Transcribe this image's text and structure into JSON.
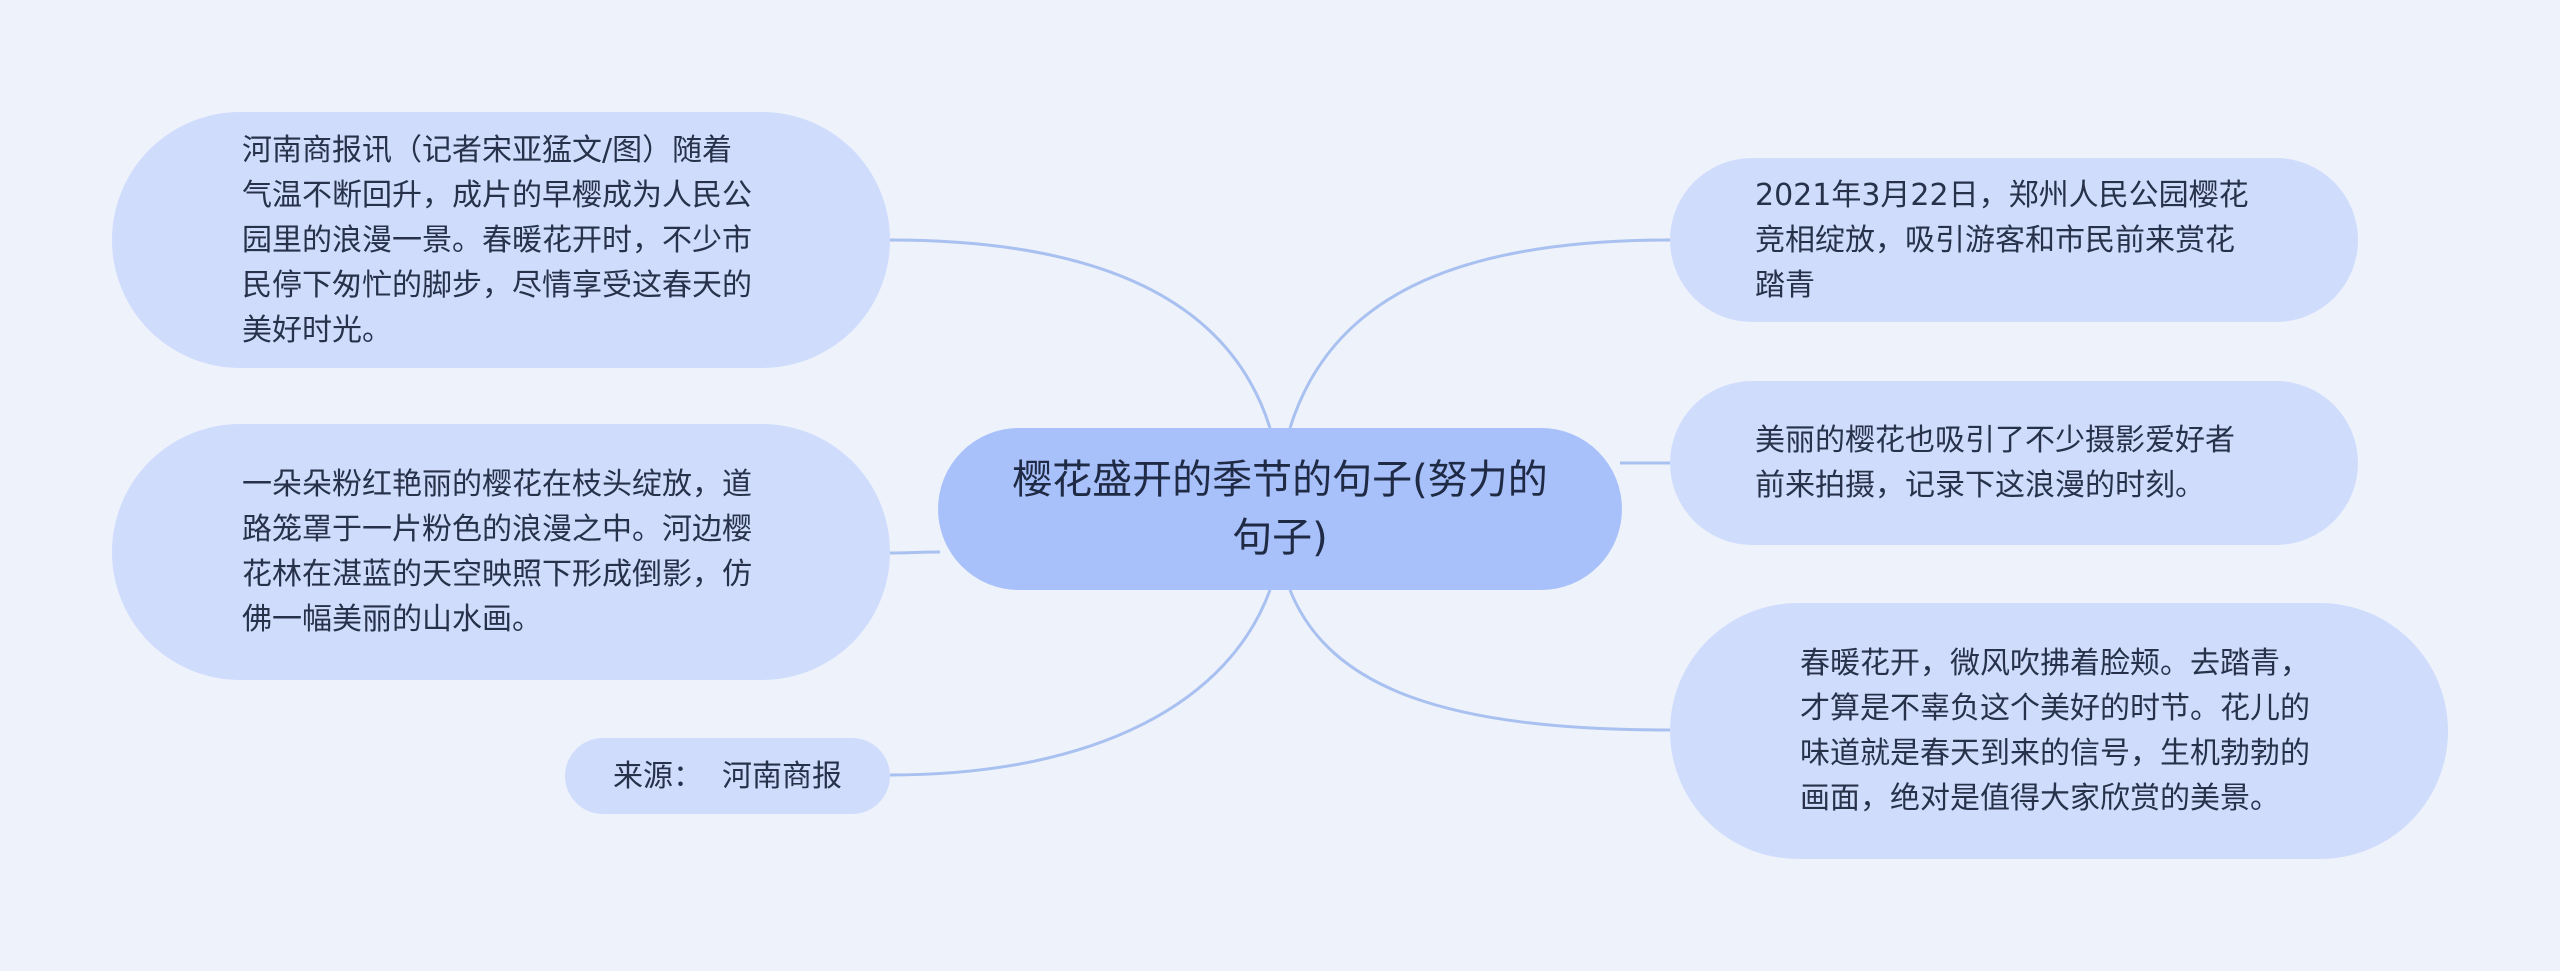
{
  "mindmap": {
    "root": {
      "title": "樱花盛开的季节的句子(努力的句子)"
    },
    "left": [
      {
        "text": "河南商报讯（记者宋亚猛文/图）随着气温不断回升，成片的早樱成为人民公园里的浪漫一景。春暖花开时，不少市民停下匆忙的脚步，尽情享受这春天的美好时光。"
      },
      {
        "text": "一朵朵粉红艳丽的樱花在枝头绽放，道路笼罩于一片粉色的浪漫之中。河边樱花林在湛蓝的天空映照下形成倒影，仿佛一幅美丽的山水画。"
      },
      {
        "text": "来源：  河南商报"
      }
    ],
    "right": [
      {
        "text": "2021年3月22日，郑州人民公园樱花竞相绽放，吸引游客和市民前来赏花踏青"
      },
      {
        "text": "美丽的樱花也吸引了不少摄影爱好者前来拍摄，记录下这浪漫的时刻。"
      },
      {
        "text": "春暖花开，微风吹拂着脸颊。去踏青，才算是不辜负这个美好的时节。花儿的味道就是春天到来的信号，生机勃勃的画面，绝对是值得大家欣赏的美景。"
      }
    ]
  },
  "colors": {
    "background": "#eef2fb",
    "root_fill": "#a9c1fb",
    "node_fill": "#cfdcfc",
    "connector": "#a9c1f0",
    "text": "#27324a"
  }
}
